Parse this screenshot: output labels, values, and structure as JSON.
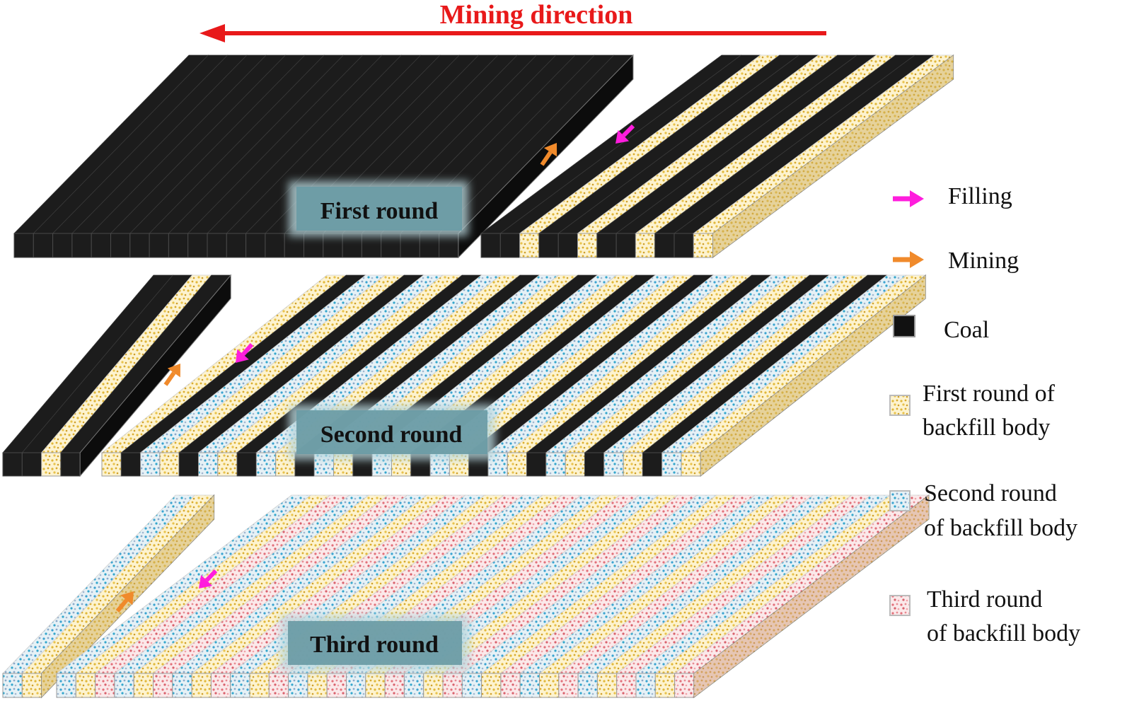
{
  "header": {
    "direction_label": "Mining direction",
    "direction_color": "#e8191a"
  },
  "rounds": {
    "first": "First round",
    "second": "Second round",
    "third": "Third round"
  },
  "legend": {
    "filling": "Filling",
    "mining": "Mining",
    "coal": "Coal",
    "first_backfill_line1": "First round of",
    "first_backfill_line2": "backfill body",
    "second_backfill_line1": "Second round",
    "second_backfill_line2": "of backfill body",
    "third_backfill_line1": "Third round",
    "third_backfill_line2": "of backfill body"
  },
  "colors": {
    "coal": "#1f1f1f",
    "first_backfill": "#e9c441",
    "second_backfill": "#4aa8cf",
    "third_backfill": "#e2787f",
    "filling_arrow": "#ff1ddd",
    "mining_arrow": "#f08a2b",
    "label_box": "#6a9ba5"
  },
  "icons": {
    "filling": "magenta-arrow-icon",
    "mining": "orange-arrow-icon",
    "coal": "black-square-icon"
  }
}
